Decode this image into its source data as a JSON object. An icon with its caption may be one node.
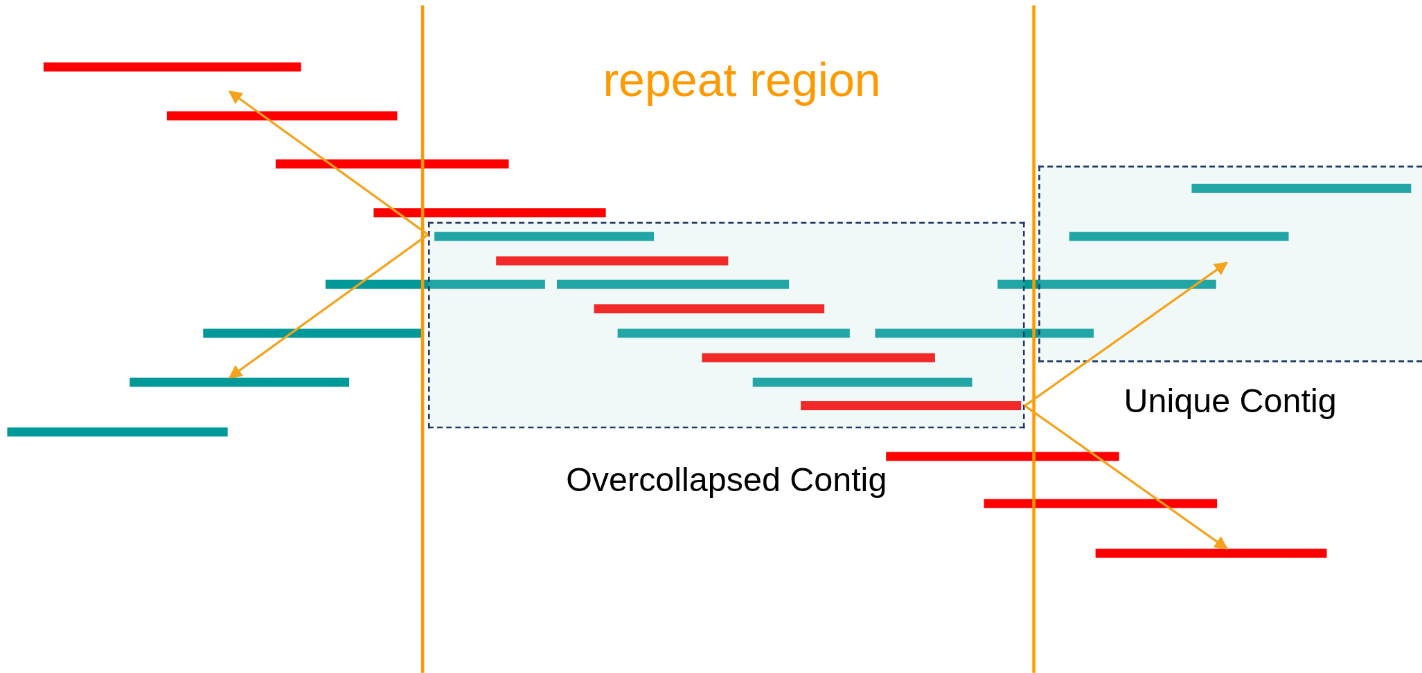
{
  "diagram": {
    "nodes": [
      {
        "text": [
          "Overcollapsed Contig"
        ]
      },
      {
        "text": [
          "Unique Contig"
        ]
      },
      {
        "text": [],
        "shape": "bar"
      },
      {
        "text": [],
        "shape": "bar"
      }
    ],
    "edges": [
      {
        "from": 0,
        "to": null,
        "arrow": "to"
      },
      {
        "from": 0,
        "to": 2,
        "arrow": "to"
      },
      {
        "from": 0,
        "to": 1,
        "arrow": "to"
      },
      {
        "from": 0,
        "to": 3,
        "arrow": "to"
      }
    ],
    "labels": [
      "repeat region"
    ]
  }
}
